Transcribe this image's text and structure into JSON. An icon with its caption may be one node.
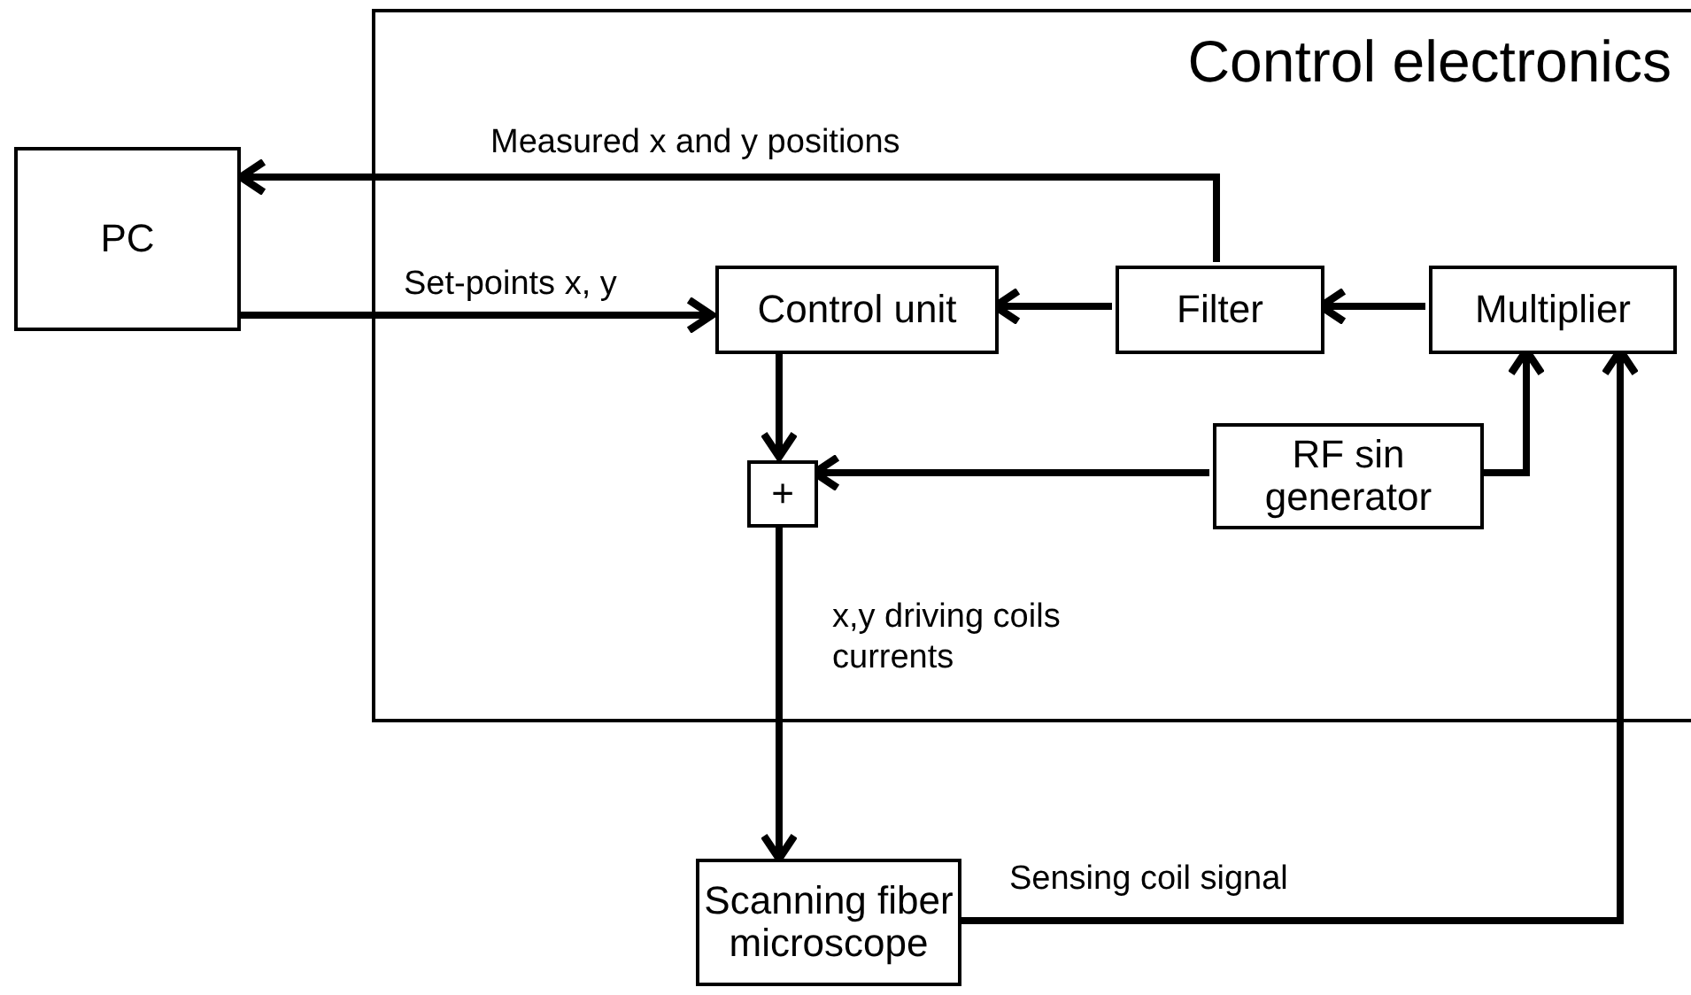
{
  "diagram": {
    "nodes": [
      {
        "text": [
          "Control electronics"
        ]
      },
      {
        "text": [
          "PC"
        ]
      },
      {
        "text": [
          "Control unit"
        ],
        "in": 0
      },
      {
        "text": [
          "Filter"
        ],
        "in": 0
      },
      {
        "text": [
          "Multiplier"
        ],
        "in": 0
      },
      {
        "text": [
          "+"
        ],
        "in": 0
      },
      {
        "text": [
          "RF sin generator"
        ],
        "in": 0
      },
      {
        "text": [
          "Scanning fiber microscope"
        ]
      }
    ],
    "edges": [
      {
        "from": 3,
        "to": 1,
        "arrow": "to",
        "label": "Measured x and y positions"
      },
      {
        "from": 1,
        "to": 2,
        "arrow": "to",
        "label": "Set-points x, y"
      },
      {
        "from": 4,
        "to": 3,
        "arrow": "to"
      },
      {
        "from": 3,
        "to": 2,
        "arrow": "to"
      },
      {
        "from": 2,
        "to": 5,
        "arrow": "to"
      },
      {
        "from": 6,
        "to": 5,
        "arrow": "to"
      },
      {
        "from": 6,
        "to": 4,
        "arrow": "to"
      },
      {
        "from": 5,
        "to": 7,
        "arrow": "to",
        "label": "x,y driving coils currents"
      },
      {
        "from": 7,
        "to": 4,
        "arrow": "to",
        "label": "Sensing coil signal"
      }
    ]
  }
}
